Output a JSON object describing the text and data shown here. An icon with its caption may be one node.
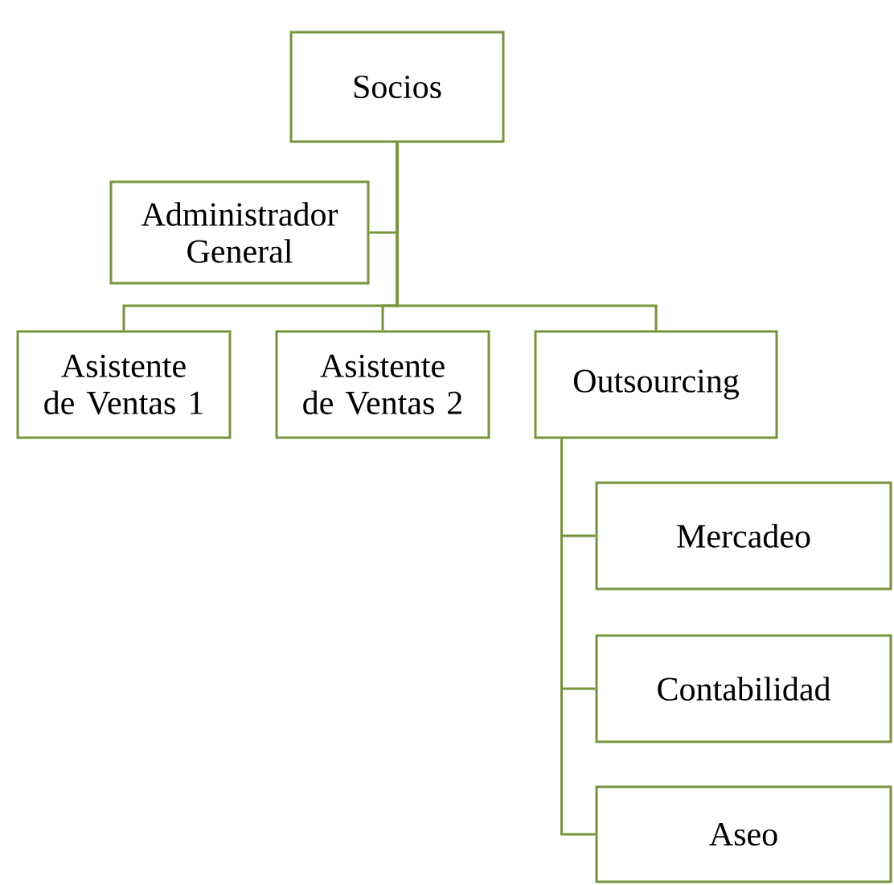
{
  "diagram": {
    "nodes": [
      {
        "text": [
          "Socios"
        ]
      },
      {
        "text": [
          "Administrador General"
        ]
      },
      {
        "text": [
          "Asistente de Ventas 1"
        ]
      },
      {
        "text": [
          "Asistente de Ventas 2"
        ]
      },
      {
        "text": [
          "Outsourcing"
        ]
      },
      {
        "text": [
          "Mercadeo"
        ]
      },
      {
        "text": [
          "Contabilidad"
        ]
      },
      {
        "text": [
          "Aseo"
        ]
      }
    ],
    "edges": [
      {
        "from": 0,
        "to": 1,
        "arrow": "none"
      },
      {
        "from": 0,
        "to": 2,
        "arrow": "none"
      },
      {
        "from": 0,
        "to": 3,
        "arrow": "none"
      },
      {
        "from": 0,
        "to": 4,
        "arrow": "none"
      },
      {
        "from": 4,
        "to": 5,
        "arrow": "none"
      },
      {
        "from": 4,
        "to": 6,
        "arrow": "none"
      },
      {
        "from": 4,
        "to": 7,
        "arrow": "none"
      }
    ]
  }
}
